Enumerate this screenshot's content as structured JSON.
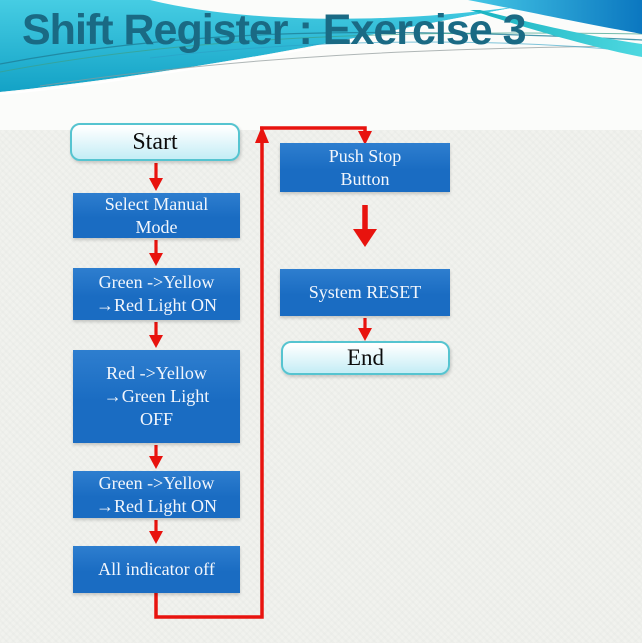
{
  "title": "Shift Register : Exercise 3",
  "colors": {
    "node_blue": "#1a6cc2",
    "node_blue_top": "#2e7ecf",
    "red": "#e8130e",
    "terminator_border": "#56c4d0",
    "terminator_fill": "#c7eef6",
    "title_color": "#1a6a84",
    "page_bg": "#f1f2ee",
    "banner_cyan_light": "#46cde3",
    "banner_cyan": "#13a2c6",
    "wedge_blue_light": "#45c8e6",
    "wedge_blue": "#0b77c0",
    "wedge_teal": "#18b2c0",
    "wedge_teal_light": "#4ed8e0"
  },
  "flowchart": {
    "left_column": [
      {
        "id": "start",
        "shape": "terminator",
        "lines": [
          "Start"
        ]
      },
      {
        "id": "select-manual-mode",
        "shape": "process",
        "lines": [
          "Select Manual",
          "Mode"
        ]
      },
      {
        "id": "green-yellow-red-light-on-1",
        "shape": "process",
        "lines": [
          "Green ->Yellow",
          "→Red Light ON"
        ]
      },
      {
        "id": "red-yellow-green-light-off",
        "shape": "process",
        "lines": [
          "Red ->Yellow",
          "→Green Light",
          "OFF"
        ]
      },
      {
        "id": "green-yellow-red-light-on-2",
        "shape": "process",
        "lines": [
          "Green ->Yellow",
          "→Red Light ON"
        ]
      },
      {
        "id": "all-indicator-off",
        "shape": "process",
        "lines": [
          "All indicator off"
        ]
      }
    ],
    "right_column": [
      {
        "id": "push-stop-button",
        "shape": "process",
        "lines": [
          "Push Stop",
          "Button"
        ]
      },
      {
        "id": "system-reset",
        "shape": "process",
        "lines": [
          "System RESET"
        ]
      },
      {
        "id": "end",
        "shape": "terminator",
        "lines": [
          "End"
        ]
      }
    ]
  }
}
